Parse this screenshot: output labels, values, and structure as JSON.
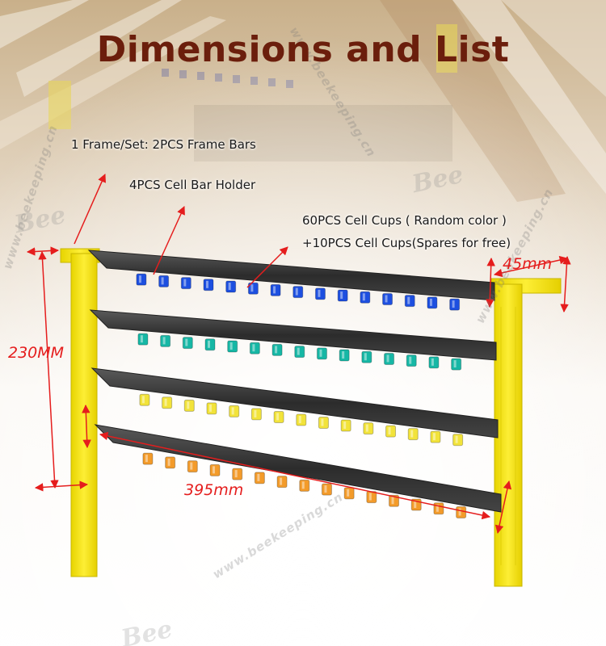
{
  "title": "Dimensions and List",
  "labels": {
    "frame_set": "1 Frame/Set: 2PCS Frame Bars",
    "cell_bar_holder": "4PCS Cell Bar Holder",
    "cell_cups": "60PCS Cell Cups ( Random color )",
    "spare_cups": "+10PCS Cell Cups(Spares for free)"
  },
  "dimensions": {
    "height": "230MM",
    "width_top": "45mm",
    "length": "395mm"
  },
  "watermark": {
    "site": "www.beekeeping.cn",
    "logo": "Bee"
  },
  "colors": {
    "title": "#6b1e0c",
    "dimension_red": "#e51d1d",
    "frame_yellow": "#f2e10e",
    "bar_dark": "#3c3c3c",
    "cup_blue": "#1d4fe0",
    "cup_teal": "#16b7a5",
    "cup_yellow": "#f2e33a",
    "cup_orange": "#f39b2a"
  },
  "product": {
    "cups_per_row": 15,
    "row_cup_colors": [
      "cup_blue",
      "cup_teal",
      "cup_yellow",
      "cup_orange"
    ]
  }
}
